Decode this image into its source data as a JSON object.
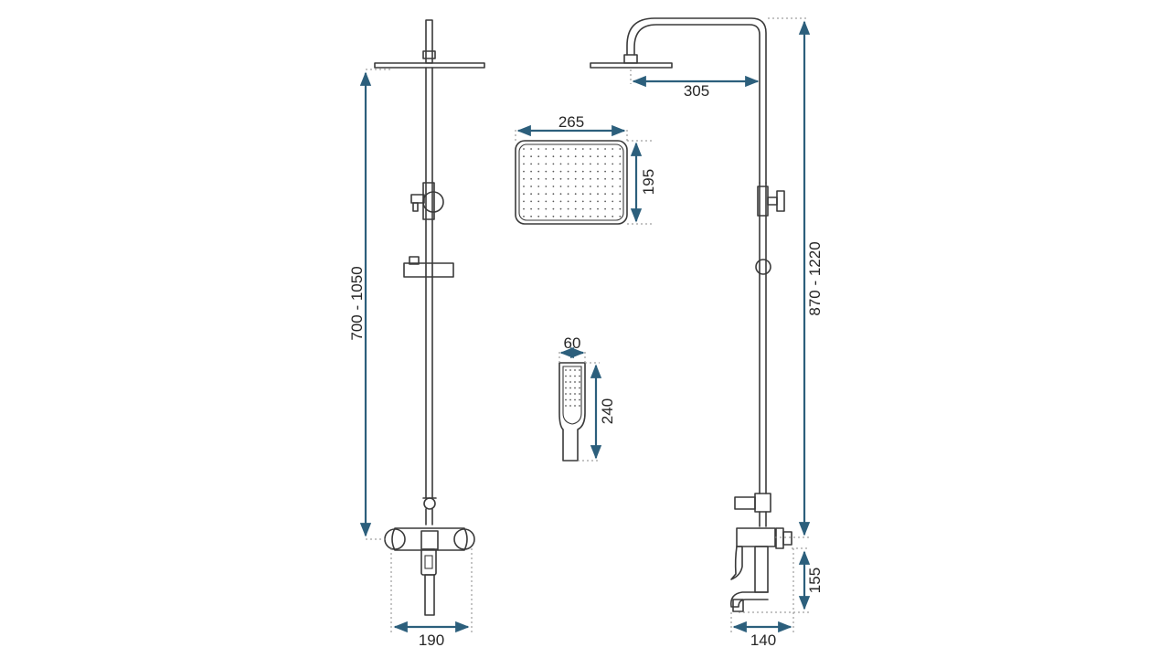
{
  "dimensions": {
    "overhead_arm": "305",
    "head_width": "265",
    "head_depth": "195",
    "hand_width": "60",
    "hand_length": "240",
    "front_height_range": "700 - 1050",
    "side_height_range": "870 - 1220",
    "mixer_width": "190",
    "spout_height": "155",
    "spout_projection": "140"
  },
  "colors": {
    "dimension_line": "#2c5f7c",
    "outline": "#3a3a3a",
    "extension_line": "#8a8a8a"
  }
}
